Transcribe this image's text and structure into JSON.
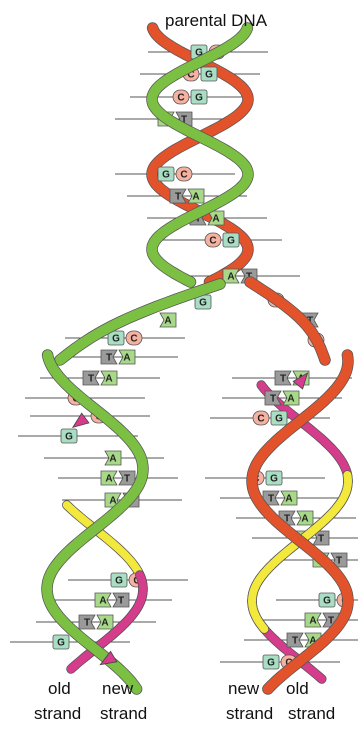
{
  "labels": {
    "title": "parental DNA",
    "bottom_left_old_line1": "old",
    "bottom_left_old_line2": "strand",
    "bottom_left_new_line1": "new",
    "bottom_left_new_line2": "strand",
    "bottom_right_new_line1": "new",
    "bottom_right_new_line2": "strand",
    "bottom_right_old_line1": "old",
    "bottom_right_old_line2": "strand"
  },
  "colors": {
    "green_strand": "#7bc043",
    "red_strand": "#e2532c",
    "yellow_strand": "#f3e83c",
    "magenta_strand": "#d63c8c",
    "base_G": "#a9ddc4",
    "base_C": "#f6b2a0",
    "base_T": "#9a9a9a",
    "base_A": "#a8d989"
  },
  "parental_pairs": [
    {
      "left": "G",
      "right": "C"
    },
    {
      "left": "C",
      "right": "G"
    },
    {
      "left": "C",
      "right": "G"
    },
    {
      "left": "A",
      "right": "T"
    },
    {
      "left": "G",
      "right": "C"
    },
    {
      "left": "T",
      "right": "A"
    },
    {
      "left": "T",
      "right": "A"
    },
    {
      "left": "C",
      "right": "G"
    },
    {
      "left": "A",
      "right": "T"
    }
  ],
  "fork_unpaired": [
    "G",
    "A",
    "C",
    "T",
    "C"
  ],
  "left_daughter": [
    {
      "left": "G",
      "right": "C"
    },
    {
      "left": "T",
      "right": "A"
    },
    {
      "left": "T",
      "right": "A"
    },
    {
      "left": "C",
      "right": ""
    },
    {
      "left": "",
      "right": "C"
    },
    {
      "left": "G",
      "right": ""
    },
    {
      "left": "",
      "right": "A"
    },
    {
      "left": "A",
      "right": "T"
    },
    {
      "left": "A",
      "right": "T"
    },
    {
      "left": "G",
      "right": "C"
    },
    {
      "left": "A",
      "right": "T"
    },
    {
      "left": "T",
      "right": "A"
    },
    {
      "left": "G",
      "right": ""
    }
  ],
  "right_daughter": [
    {
      "left": "T",
      "right": "A"
    },
    {
      "left": "T",
      "right": "A"
    },
    {
      "left": "C",
      "right": "G"
    },
    {
      "left": "C",
      "right": "G"
    },
    {
      "left": "T",
      "right": "A"
    },
    {
      "left": "T",
      "right": "A"
    },
    {
      "left": "A",
      "right": "T"
    },
    {
      "left": "A",
      "right": "T"
    },
    {
      "left": "G",
      "right": "C"
    },
    {
      "left": "A",
      "right": "T"
    },
    {
      "left": "T",
      "right": "A"
    },
    {
      "left": "G",
      "right": "C"
    }
  ]
}
